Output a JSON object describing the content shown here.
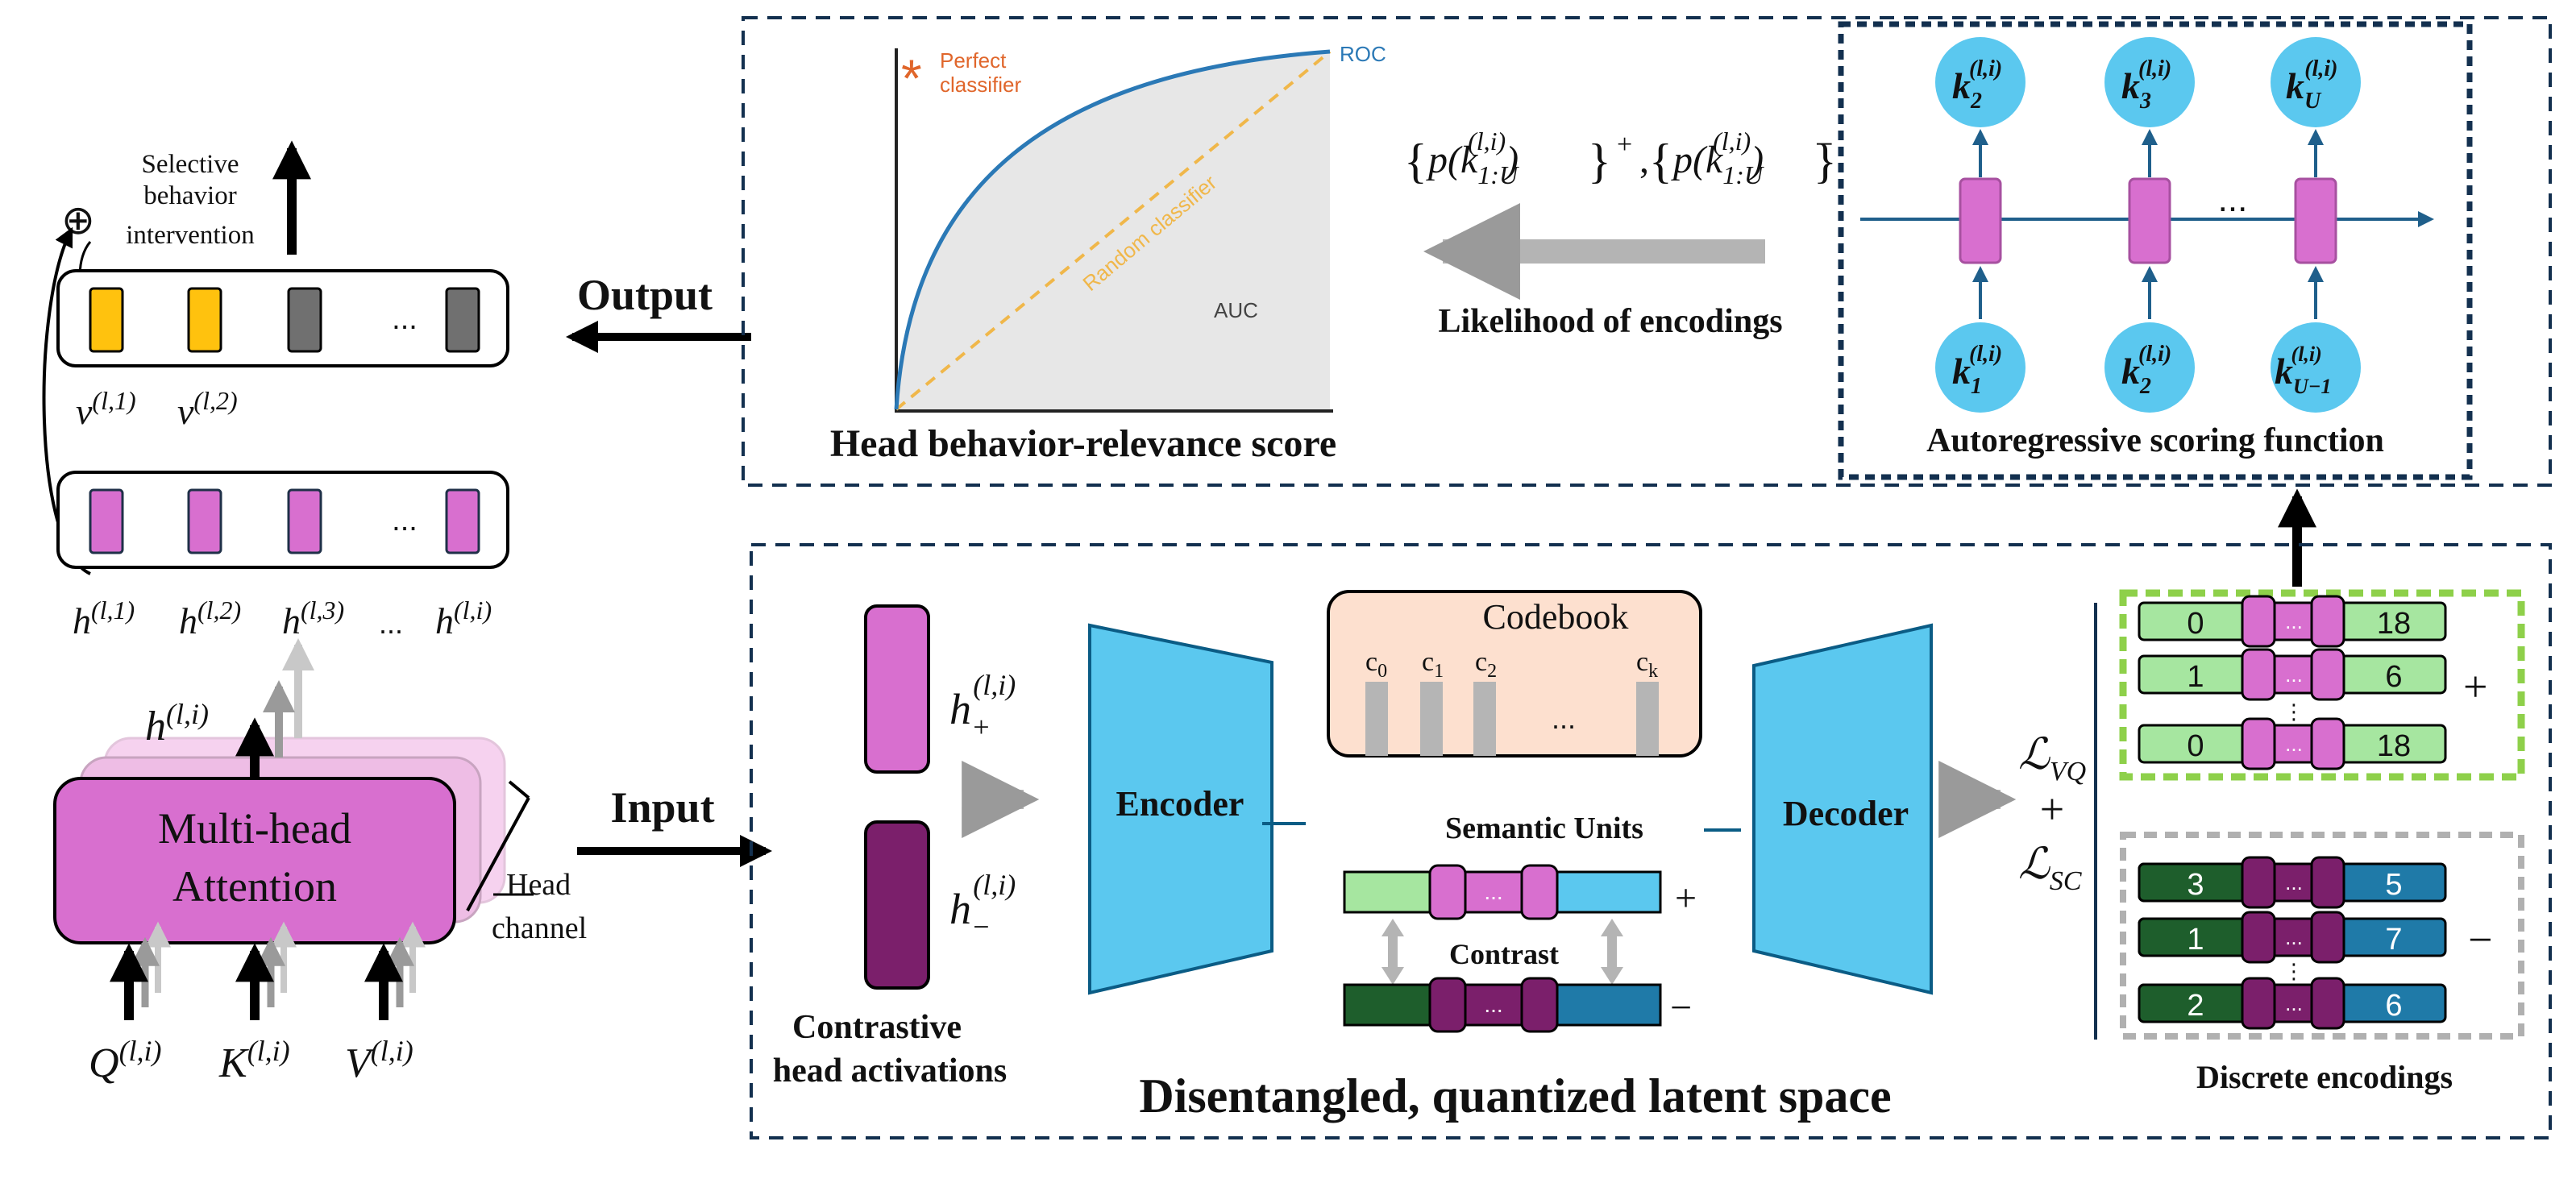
{
  "left_panel": {
    "selective_line1": "Selective",
    "selective_line2": "behavior",
    "selective_line3": "intervention",
    "oplus": "⊕",
    "v_vec_ellipsis": "...",
    "h_vec_ellipsis": "...",
    "v1_label": "v",
    "v1_sup": "(l,1)",
    "v2_label": "v",
    "v2_sup": "(l,2)",
    "h_labels": [
      {
        "base": "h",
        "sup": "(l,1)"
      },
      {
        "base": "h",
        "sup": "(l,2)"
      },
      {
        "base": "h",
        "sup": "(l,3)"
      },
      {
        "base": "...",
        "sup": ""
      },
      {
        "base": "h",
        "sup": "(l,i)"
      }
    ],
    "stack_h_base": "h",
    "stack_h_sup": "(l,i)",
    "mha_line1": "Multi-head",
    "mha_line2": "Attention",
    "head_line1": "Head",
    "head_line2": "channel",
    "q_base": "Q",
    "q_sup": "(l,i)",
    "k_base": "K",
    "k_sup": "(l,i)",
    "v_base": "V",
    "v_sup": "(l,i)"
  },
  "arrows": {
    "output": "Output",
    "input": "Input"
  },
  "top_panel": {
    "roc_plot": {
      "perfect_star": "*",
      "perfect_line1": "Perfect",
      "perfect_line2": "classifier",
      "roc_label": "ROC",
      "random_label": "Random classifier",
      "auc_label": "AUC"
    },
    "head_score_title": "Head behavior-relevance score",
    "formula": {
      "lbrace": "{",
      "p": "p(k",
      "sub": "1:U",
      "sup": "(l,i)",
      "rp": ")",
      "rbrace": "}",
      "plus_sign": "+",
      "comma": ",",
      "minus_sign": "−"
    },
    "likelihood_label": "Likelihood of encodings",
    "autoreg_title": "Autoregressive scoring function",
    "top_nodes": [
      {
        "base": "k",
        "sub": "2",
        "sup": "(l,i)"
      },
      {
        "base": "k",
        "sub": "3",
        "sup": "(l,i)"
      },
      {
        "base": "k",
        "sub": "U",
        "sup": "(l,i)"
      }
    ],
    "bottom_nodes": [
      {
        "base": "k",
        "sub": "1",
        "sup": "(l,i)"
      },
      {
        "base": "k",
        "sub": "2",
        "sup": "(l,i)"
      },
      {
        "base": "k",
        "sub": "U−1",
        "sup": "(l,i)"
      }
    ],
    "rnn_ellipsis": "..."
  },
  "bottom_panel": {
    "hplus_base": "h",
    "hplus_sub": "+",
    "hplus_sup": "(l,i)",
    "hminus_base": "h",
    "hminus_sub": "−",
    "hminus_sup": "(l,i)",
    "contrastive_line1": "Contrastive",
    "contrastive_line2": "head activations",
    "encoder": "Encoder",
    "decoder": "Decoder",
    "codebook_title": "Codebook",
    "codebook_entries": [
      {
        "base": "c",
        "sub": "0"
      },
      {
        "base": "c",
        "sub": "1"
      },
      {
        "base": "c",
        "sub": "2"
      },
      {
        "base": "c",
        "sub": "k"
      }
    ],
    "codebook_ellipsis": "...",
    "semantic_units": "Semantic Units",
    "contrast": "Contrast",
    "unit_ellipsis": "...",
    "plus_mark": "+",
    "minus_mark": "−",
    "loss_vq_base": "ℒ",
    "loss_vq_sub": "VQ",
    "loss_plus": "+",
    "loss_sc_base": "ℒ",
    "loss_sc_sub": "SC",
    "space_title": "Disentangled, quantized latent space",
    "discrete_title": "Discrete encodings",
    "positive_codes": [
      {
        "left": "0",
        "right": "18"
      },
      {
        "left": "1",
        "right": "6"
      },
      {
        "left": "0",
        "right": "18"
      }
    ],
    "negative_codes": [
      {
        "left": "3",
        "right": "5"
      },
      {
        "left": "1",
        "right": "7"
      },
      {
        "left": "2",
        "right": "6"
      }
    ],
    "code_ellipsis": "...",
    "vdots": "⋮",
    "pos_sign": "+",
    "neg_sign": "−"
  },
  "colors": {
    "magenta": "#d86fcf",
    "dark_purple": "#7b1f6b",
    "sky_blue": "#5bc8ef",
    "light_green": "#a6e6a0",
    "dark_green": "#1e5e2c",
    "teal": "#1f7aa8",
    "gold": "#ffc20e",
    "gray_bar": "#707070",
    "codebook_fill": "#fde0cf",
    "dashed_green": "#8ed04a",
    "navy": "#13304f",
    "rnn_blue": "#1f5f8b"
  }
}
